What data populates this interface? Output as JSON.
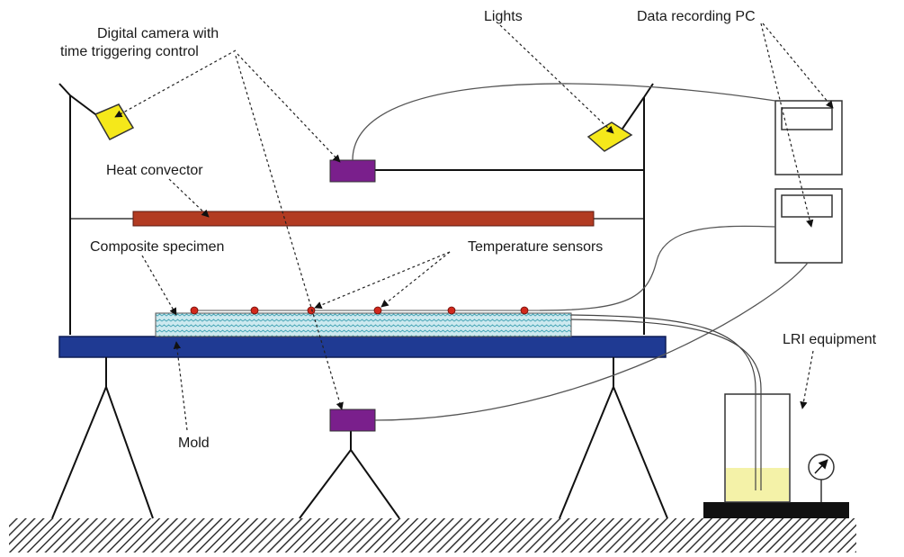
{
  "labels": {
    "camera_line1": "Digital camera with",
    "camera_line2": "time triggering control",
    "lights": "Lights",
    "pc": "Data recording PC",
    "heat_convector": "Heat convector",
    "composite_specimen": "Composite specimen",
    "temperature_sensors": "Temperature sensors",
    "lri_equipment": "LRI equipment",
    "mold": "Mold"
  },
  "colors": {
    "light": "#f5e81a",
    "camera": "#7a1f8c",
    "heater": "#b23b22",
    "mold": "#1f3a93",
    "specimen": "#cde9ef",
    "specimen_wave": "#4aa8b8",
    "sensor": "#d1281c",
    "resin": "#f4f2a8",
    "ground": "#333333"
  },
  "icons": {
    "lights": "lamp",
    "cameras": "camera",
    "pcs": "monitor",
    "gauge": "pressure-gauge"
  }
}
